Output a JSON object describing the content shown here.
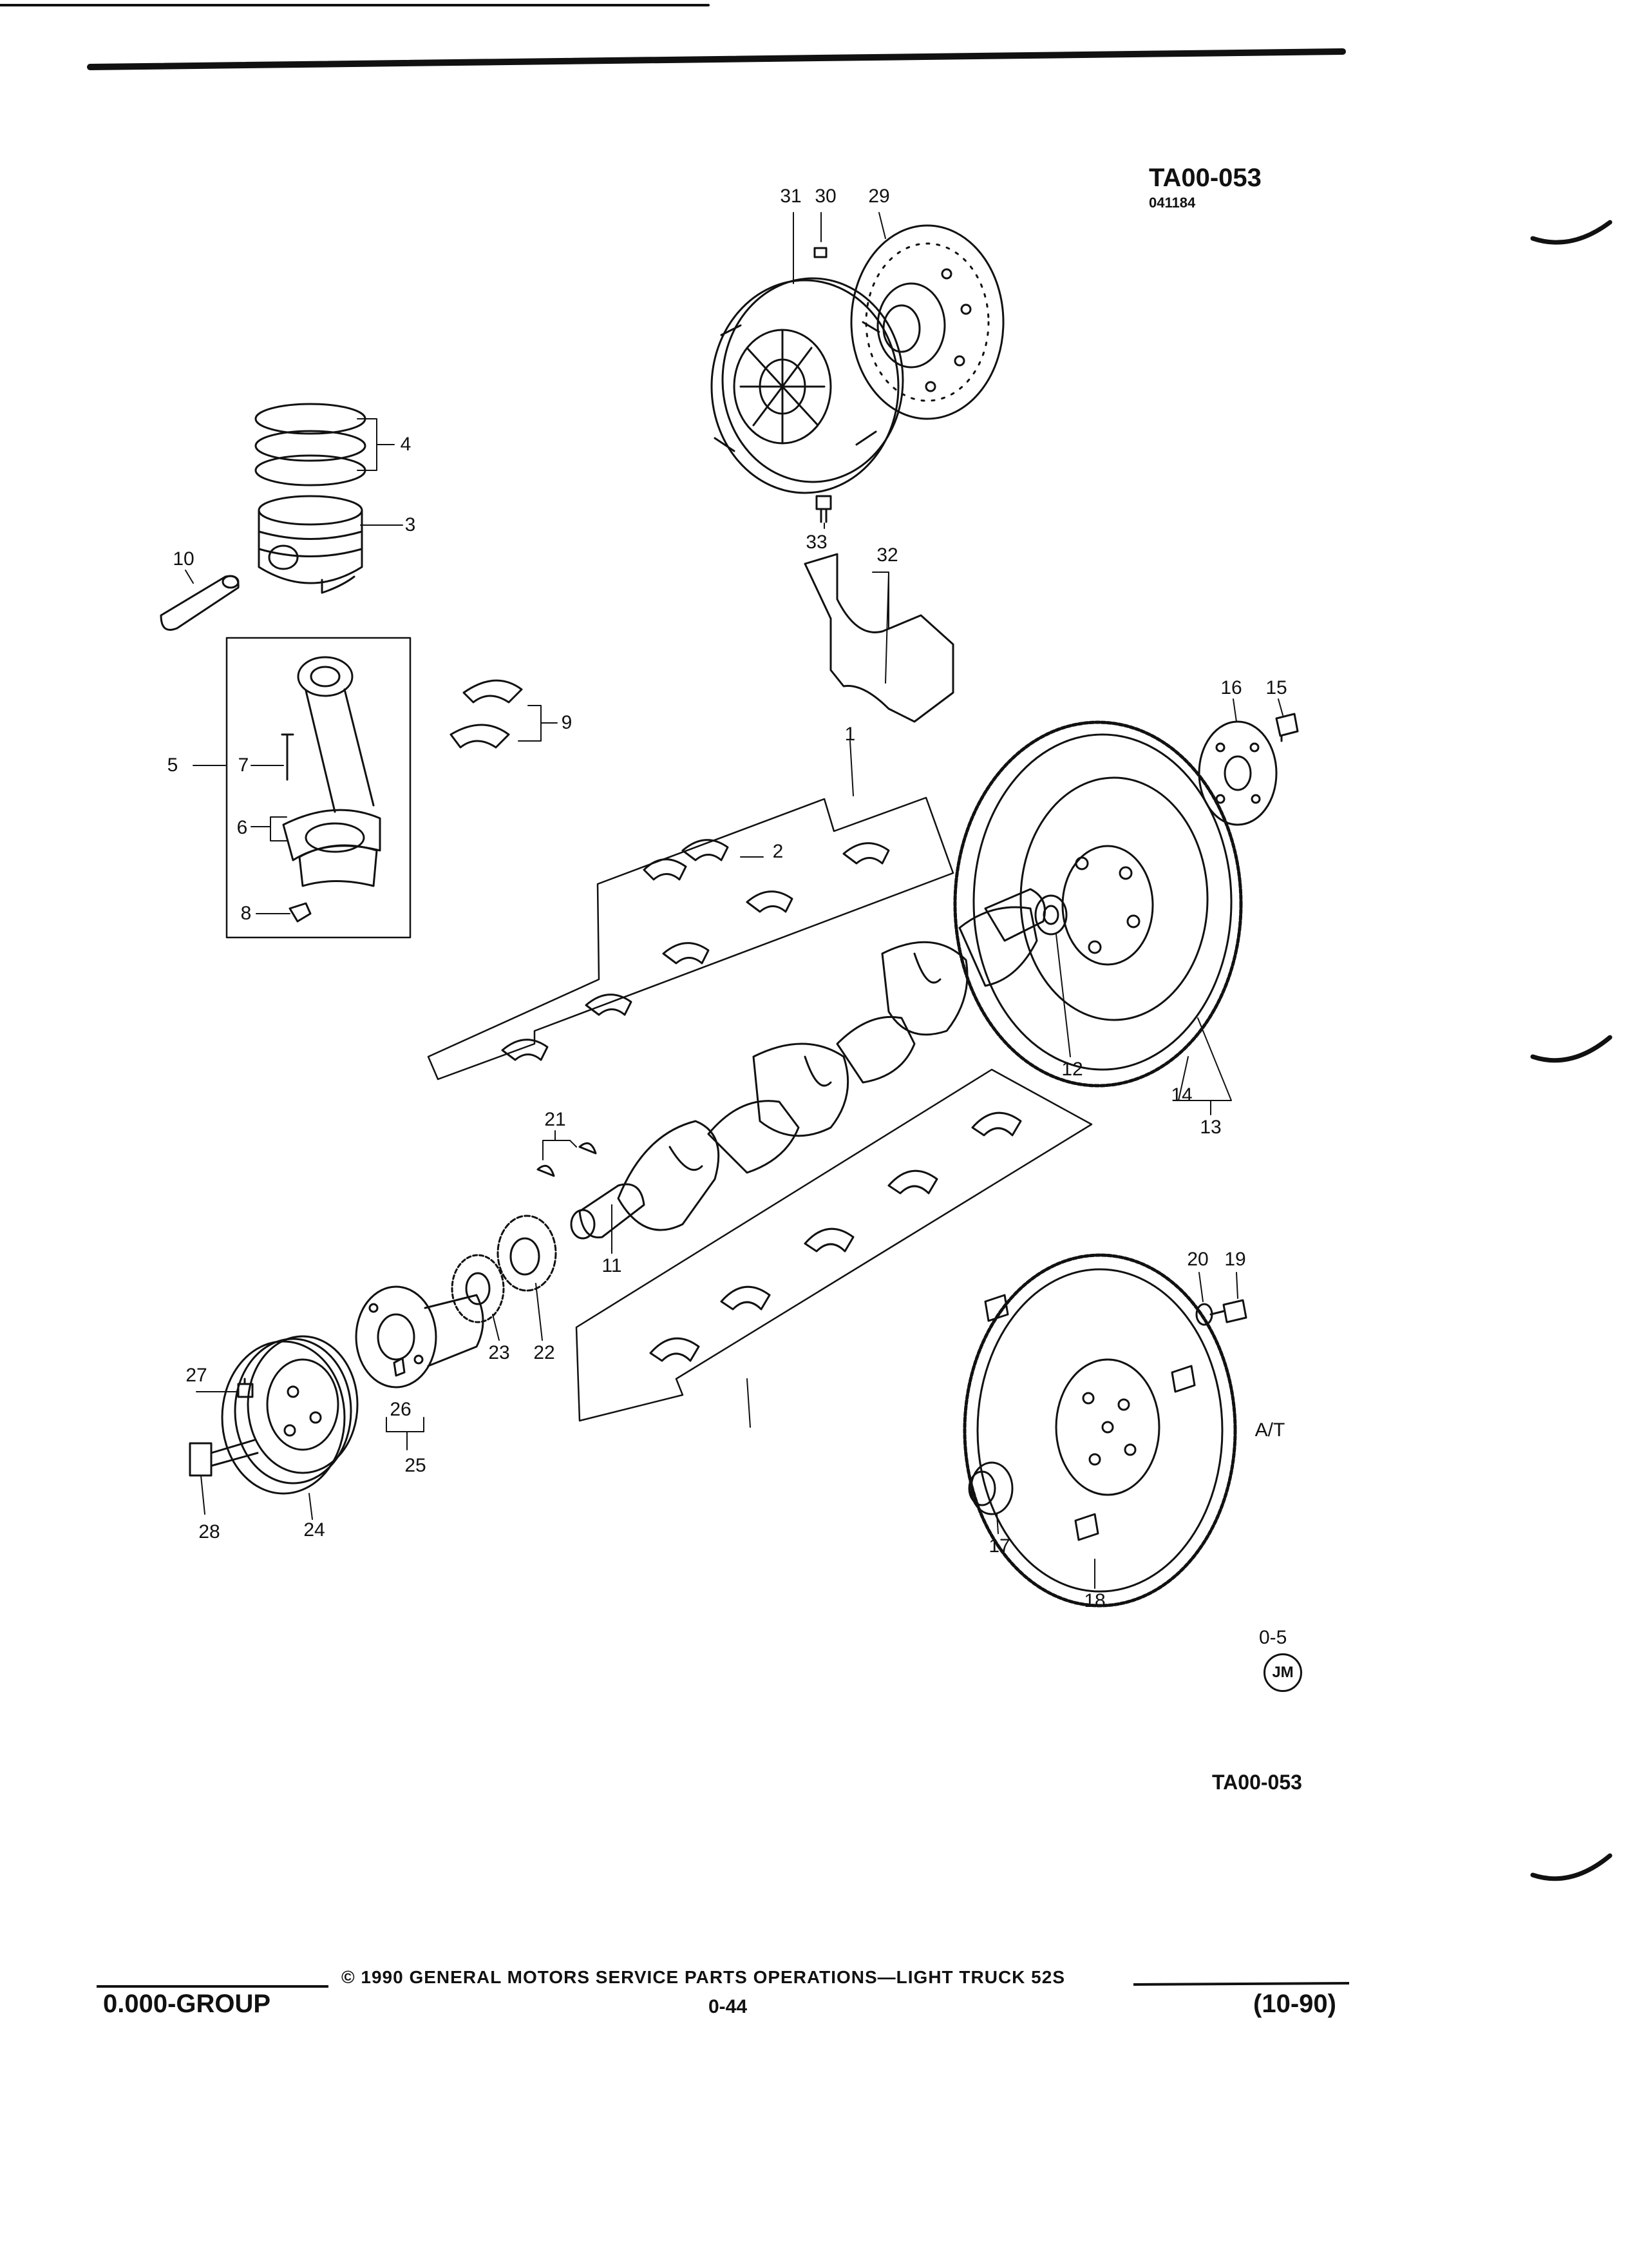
{
  "header": {
    "figure_id": "TA00-053",
    "figure_date": "041184"
  },
  "callouts": {
    "c1": "1",
    "c2": "2",
    "c3": "3",
    "c4": "4",
    "c5": "5",
    "c6": "6",
    "c7": "7",
    "c8": "8",
    "c9": "9",
    "c10": "10",
    "c11": "11",
    "c12": "12",
    "c13": "13",
    "c14": "14",
    "c15": "15",
    "c16": "16",
    "c17": "17",
    "c18": "18",
    "c19": "19",
    "c20": "20",
    "c21": "21",
    "c22": "22",
    "c23": "23",
    "c24": "24",
    "c25": "25",
    "c26": "26",
    "c27": "27",
    "c28": "28",
    "c29": "29",
    "c30": "30",
    "c31": "31",
    "c32": "32",
    "c33": "33",
    "at": "A/T"
  },
  "section_code": {
    "number": "0-5",
    "badge": "JM"
  },
  "figure_id_bottom": "TA00-053",
  "footer": {
    "copyright": "© 1990  GENERAL MOTORS SERVICE PARTS OPERATIONS—LIGHT TRUCK 52S",
    "group": "0.000-GROUP",
    "page": "0-44",
    "edition": "(10-90)"
  }
}
